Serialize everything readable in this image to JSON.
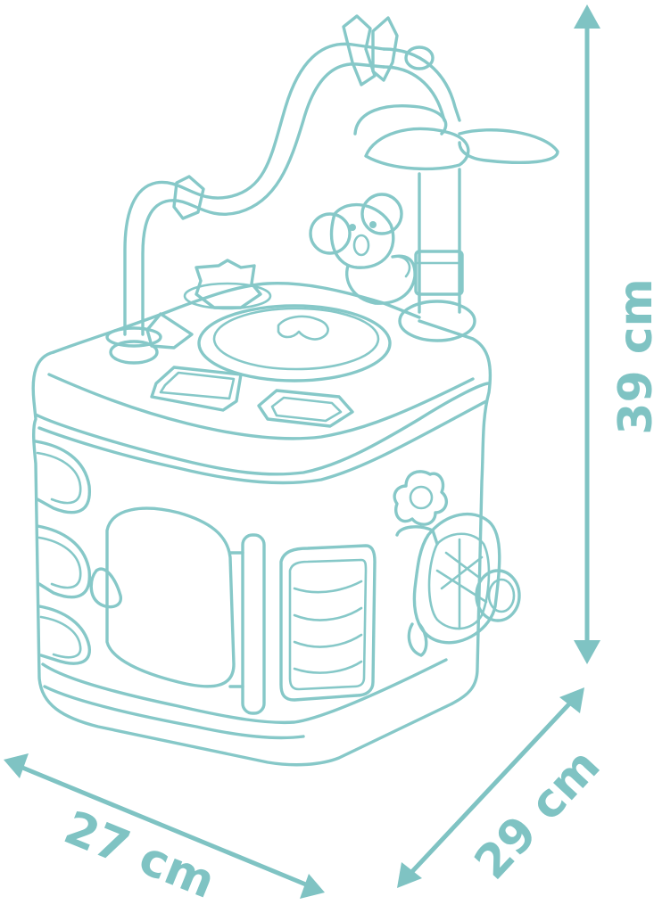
{
  "dimensions": {
    "height_label": "39 cm",
    "width_label": "27 cm",
    "depth_label": "29 cm"
  },
  "colors": {
    "line": "#86c8c8",
    "label": "#7fc3c3",
    "background": "#ffffff"
  }
}
